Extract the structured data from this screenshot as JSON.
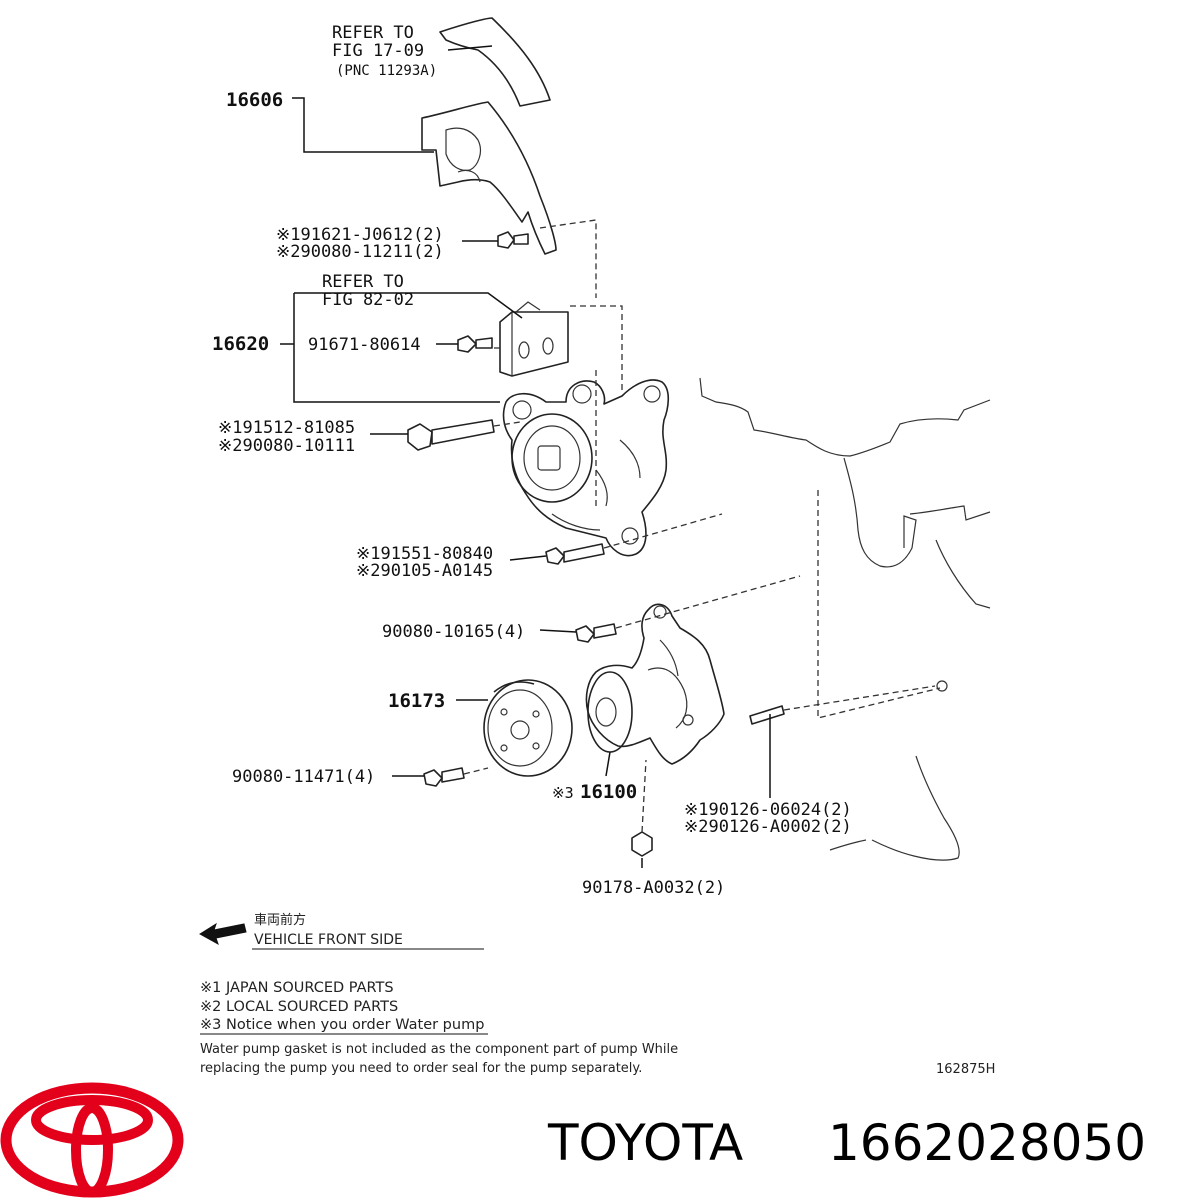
{
  "callouts": {
    "refer_fig_17_09": [
      "REFER TO",
      "FIG 17-09",
      "(PNC 11293A)"
    ],
    "p16606": "16606",
    "bolt_91621": "※191621-J0612(2)",
    "bolt_90080_11211": "※290080-11211(2)",
    "refer_fig_82_02": [
      "REFER TO",
      "FIG 82-02"
    ],
    "p16620": "16620",
    "bolt_91671": "91671-80614",
    "bolt_91512": "※191512-81085",
    "bolt_90080_10111": "※290080-10111",
    "bolt_91551": "※191551-80840",
    "bolt_90105": "※290105-A0145",
    "bolt_90080_10165": "90080-10165(4)",
    "p16173": "16173",
    "bolt_90080_11471": "90080-11471(4)",
    "p16100_mark": "※3",
    "p16100": "16100",
    "stud_90126_06024": "※190126-06024(2)",
    "stud_90126_A0002": "※290126-A0002(2)",
    "nut_90178": "90178-A0032(2)"
  },
  "direction": {
    "japanese": "車両前方",
    "english": "VEHICLE FRONT SIDE",
    "icon": "arrow-left-icon"
  },
  "notes": {
    "n1": "※1 JAPAN SOURCED PARTS",
    "n2": "※2 LOCAL SOURCED PARTS",
    "n3": "※3 Notice when you order Water pump",
    "body1": "Water pump gasket is not included as the component part of pump While",
    "body2": "replacing the pump you need to order seal for the pump separately."
  },
  "illustration_code": "162875H",
  "footer": {
    "brand": "TOYOTA",
    "part_number": "1662028050",
    "logo_color": "#e3001b"
  }
}
